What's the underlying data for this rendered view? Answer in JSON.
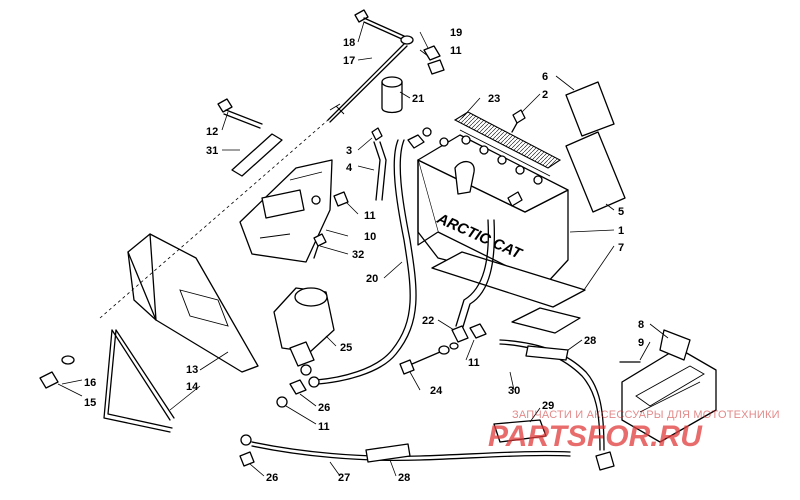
{
  "brand_label": "ARCTIC CAT",
  "watermark": {
    "caption": "ЗАПЧАСТИ И АКСЕССУАРЫ ДЛЯ МОТОТЕХНИКИ",
    "logo": "PARTSFOR.RU"
  },
  "callouts": {
    "c1": "1",
    "c2": "2",
    "c3": "3",
    "c4": "4",
    "c5": "5",
    "c6": "6",
    "c7": "7",
    "c8": "8",
    "c9": "9",
    "c10": "10",
    "c11a": "11",
    "c11b": "11",
    "c11c": "11",
    "c11d": "11",
    "c12": "12",
    "c13": "13",
    "c14": "14",
    "c15": "15",
    "c16": "16",
    "c17": "17",
    "c18": "18",
    "c19": "19",
    "c20": "20",
    "c21": "21",
    "c22": "22",
    "c23": "23",
    "c24": "24",
    "c25": "25",
    "c26a": "26",
    "c26b": "26",
    "c27": "27",
    "c28a": "28",
    "c28b": "28",
    "c29": "29",
    "c30": "30",
    "c31": "31",
    "c32": "32"
  }
}
